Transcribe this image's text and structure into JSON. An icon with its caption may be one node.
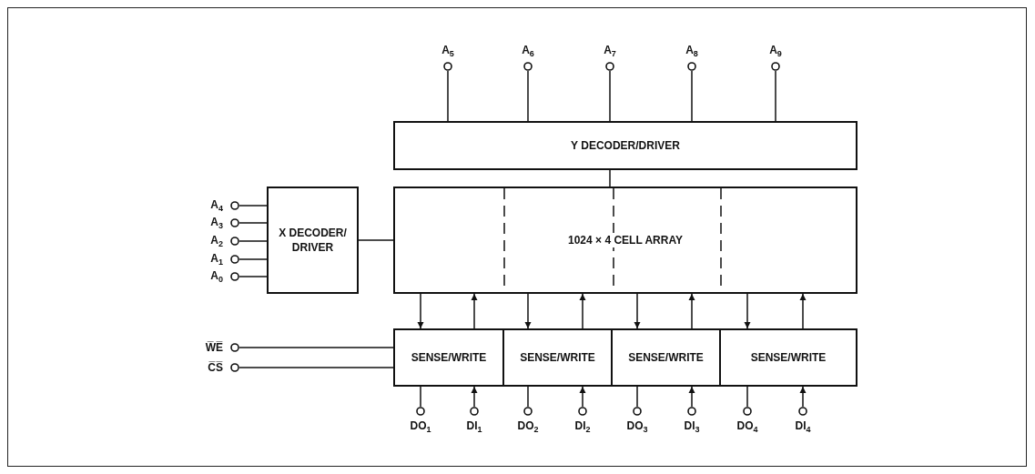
{
  "diagram": {
    "nodes": [
      {
        "text": [
          "A$_{5}$"
        ]
      },
      {
        "text": [
          "A$_{6}$"
        ]
      },
      {
        "text": [
          "A$_{7}$"
        ]
      },
      {
        "text": [
          "A$_{8}$"
        ]
      },
      {
        "text": [
          "A$_{9}$"
        ]
      },
      {
        "text": [
          "Y DECODER/DRIVER"
        ]
      },
      {
        "text": [
          "A$_{4}$"
        ]
      },
      {
        "text": [
          "A$_{3}$"
        ]
      },
      {
        "text": [
          "A$_{2}$"
        ]
      },
      {
        "text": [
          "A$_{1}$"
        ]
      },
      {
        "text": [
          "A$_{0}$"
        ]
      },
      {
        "text": [
          "X DECODER/ DRIVER"
        ]
      },
      {
        "text": [
          "1024 × 4 CELL ARRAY"
        ]
      },
      {
        "text": [
          "W̅E̅"
        ]
      },
      {
        "text": [
          "C̅S̅"
        ]
      },
      {
        "text": [
          "SENSE/WRITE"
        ]
      },
      {
        "text": [
          "SENSE/WRITE"
        ]
      },
      {
        "text": [
          "SENSE/WRITE"
        ]
      },
      {
        "text": [
          "SENSE/WRITE"
        ]
      },
      {
        "text": [
          "DO$_{1}$"
        ]
      },
      {
        "text": [
          "DI$_{1}$"
        ]
      },
      {
        "text": [
          "DO$_{2}$"
        ]
      },
      {
        "text": [
          "DI$_{2}$"
        ]
      },
      {
        "text": [
          "DO$_{3}$"
        ]
      },
      {
        "text": [
          "DI$_{3}$"
        ]
      },
      {
        "text": [
          "DO$_{4}$"
        ]
      },
      {
        "text": [
          "DI$_{4}$"
        ]
      }
    ],
    "edges": [
      {
        "from": 0,
        "to": 5,
        "arrow": "none"
      },
      {
        "from": 1,
        "to": 5,
        "arrow": "none"
      },
      {
        "from": 2,
        "to": 5,
        "arrow": "none"
      },
      {
        "from": 3,
        "to": 5,
        "arrow": "none"
      },
      {
        "from": 4,
        "to": 5,
        "arrow": "none"
      },
      {
        "from": 5,
        "to": 12,
        "arrow": "none"
      },
      {
        "from": 6,
        "to": 11,
        "arrow": "none"
      },
      {
        "from": 7,
        "to": 11,
        "arrow": "none"
      },
      {
        "from": 8,
        "to": 11,
        "arrow": "none"
      },
      {
        "from": 9,
        "to": 11,
        "arrow": "none"
      },
      {
        "from": 10,
        "to": 11,
        "arrow": "none"
      },
      {
        "from": 11,
        "to": 12,
        "arrow": "none"
      },
      {
        "from": 13,
        "to": 15,
        "arrow": "none"
      },
      {
        "from": 14,
        "to": 15,
        "arrow": "none"
      },
      {
        "from": 12,
        "to": 15,
        "arrow": "to"
      },
      {
        "from": 15,
        "to": 12,
        "arrow": "to"
      },
      {
        "from": 15,
        "to": 19,
        "arrow": "none"
      },
      {
        "from": 20,
        "to": 15,
        "arrow": "to"
      },
      {
        "from": 12,
        "to": 16,
        "arrow": "to"
      },
      {
        "from": 16,
        "to": 12,
        "arrow": "to"
      },
      {
        "from": 16,
        "to": 21,
        "arrow": "none"
      },
      {
        "from": 22,
        "to": 16,
        "arrow": "to"
      },
      {
        "from": 12,
        "to": 17,
        "arrow": "to"
      },
      {
        "from": 17,
        "to": 12,
        "arrow": "to"
      },
      {
        "from": 17,
        "to": 23,
        "arrow": "none"
      },
      {
        "from": 24,
        "to": 17,
        "arrow": "to"
      },
      {
        "from": 12,
        "to": 18,
        "arrow": "to"
      },
      {
        "from": 18,
        "to": 12,
        "arrow": "to"
      },
      {
        "from": 18,
        "to": 25,
        "arrow": "none"
      },
      {
        "from": 26,
        "to": 18,
        "arrow": "to"
      }
    ]
  }
}
